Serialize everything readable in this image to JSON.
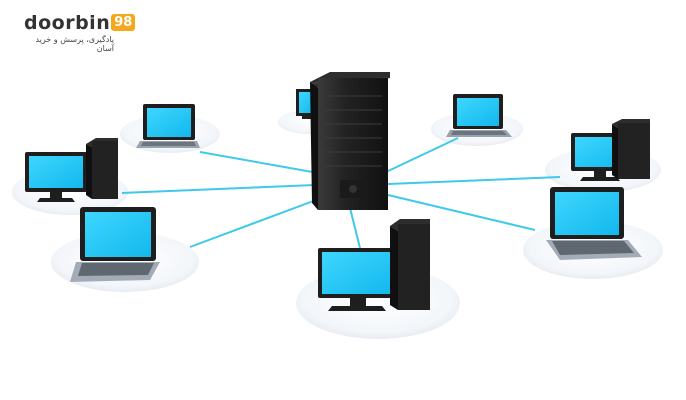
{
  "brand": {
    "word": "doorbin",
    "number": "98",
    "tagline": "یادگیری، پرسش و خرید آسان"
  },
  "colors": {
    "screen": "#1ec9f7",
    "link": "#3fc9ea",
    "device": "#1e1e1e",
    "platform": "#edf1f6",
    "accent": "#f4a81d"
  },
  "diagram": {
    "central_node": "server-tower-icon",
    "client_nodes": [
      "laptop-icon",
      "laptop-icon",
      "desktop-computer-icon",
      "desktop-computer-icon",
      "laptop-icon",
      "desktop-computer-icon",
      "laptop-icon",
      "desktop-computer-icon"
    ]
  }
}
